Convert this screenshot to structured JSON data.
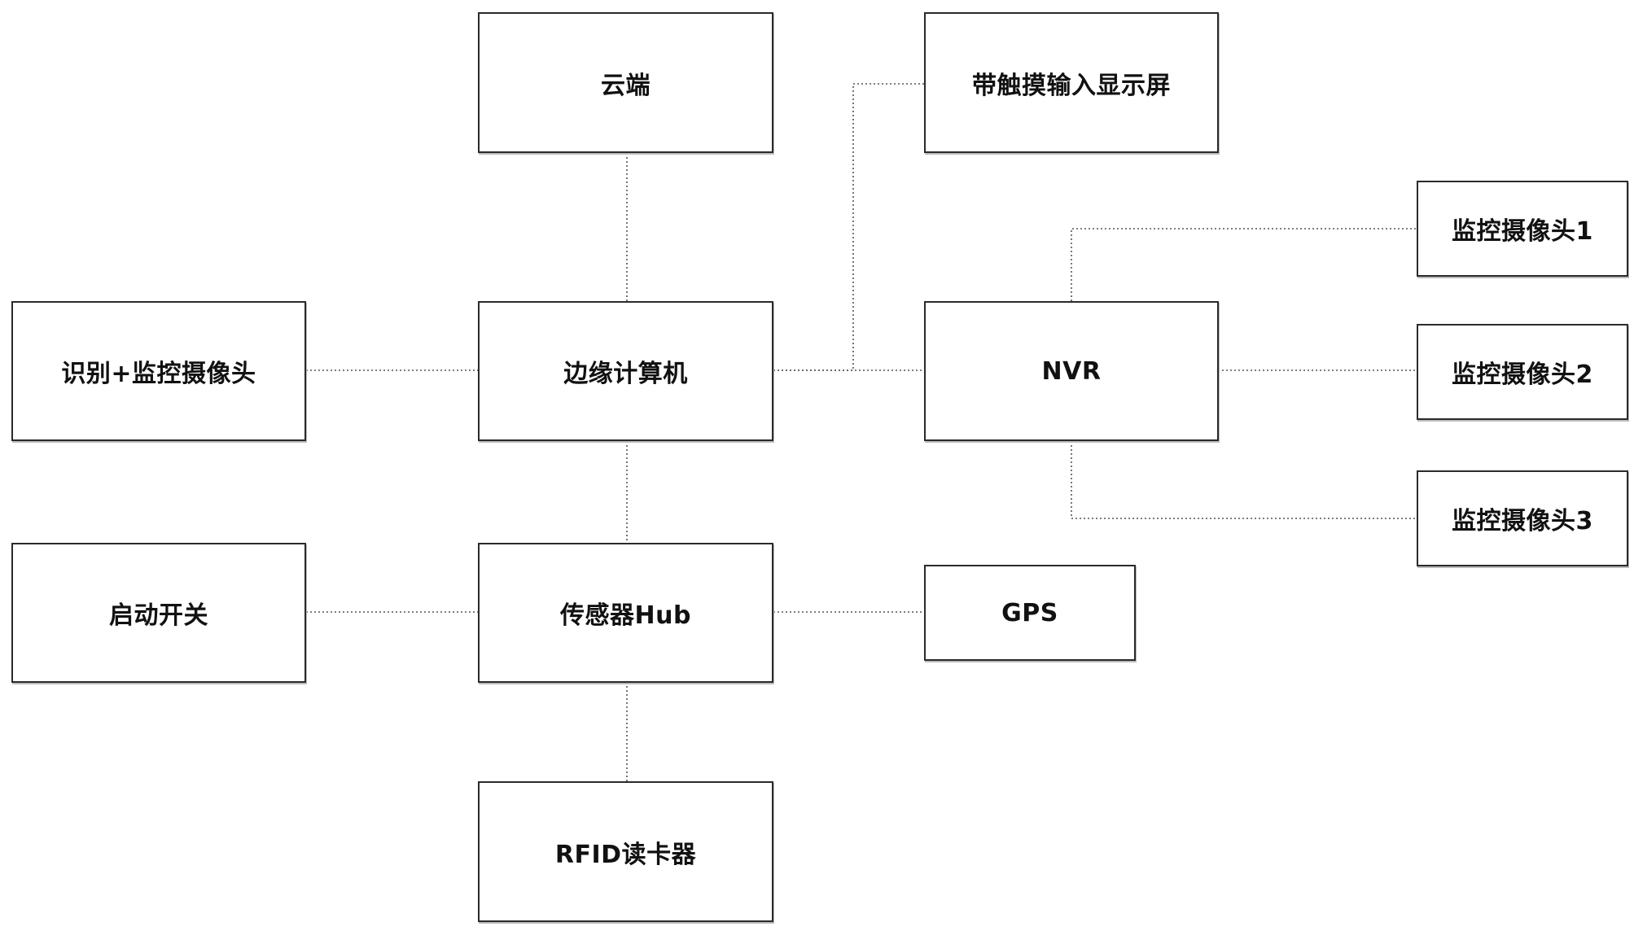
{
  "nodes": {
    "cloud": "云端",
    "touch_display": "带触摸输入显示屏",
    "camera_1": "监控摄像头1",
    "recognition_camera": "识别+监控摄像头",
    "edge_computer": "边缘计算机",
    "nvr": "NVR",
    "camera_2": "监控摄像头2",
    "camera_3": "监控摄像头3",
    "start_switch": "启动开关",
    "sensor_hub": "传感器Hub",
    "gps": "GPS",
    "rfid_reader": "RFID读卡器"
  },
  "connections": [
    [
      "cloud",
      "edge_computer"
    ],
    [
      "edge_computer",
      "touch_display"
    ],
    [
      "edge_computer",
      "nvr"
    ],
    [
      "recognition_camera",
      "edge_computer"
    ],
    [
      "nvr",
      "camera_1"
    ],
    [
      "nvr",
      "camera_2"
    ],
    [
      "nvr",
      "camera_3"
    ],
    [
      "edge_computer",
      "sensor_hub"
    ],
    [
      "start_switch",
      "sensor_hub"
    ],
    [
      "sensor_hub",
      "gps"
    ],
    [
      "sensor_hub",
      "rfid_reader"
    ]
  ]
}
